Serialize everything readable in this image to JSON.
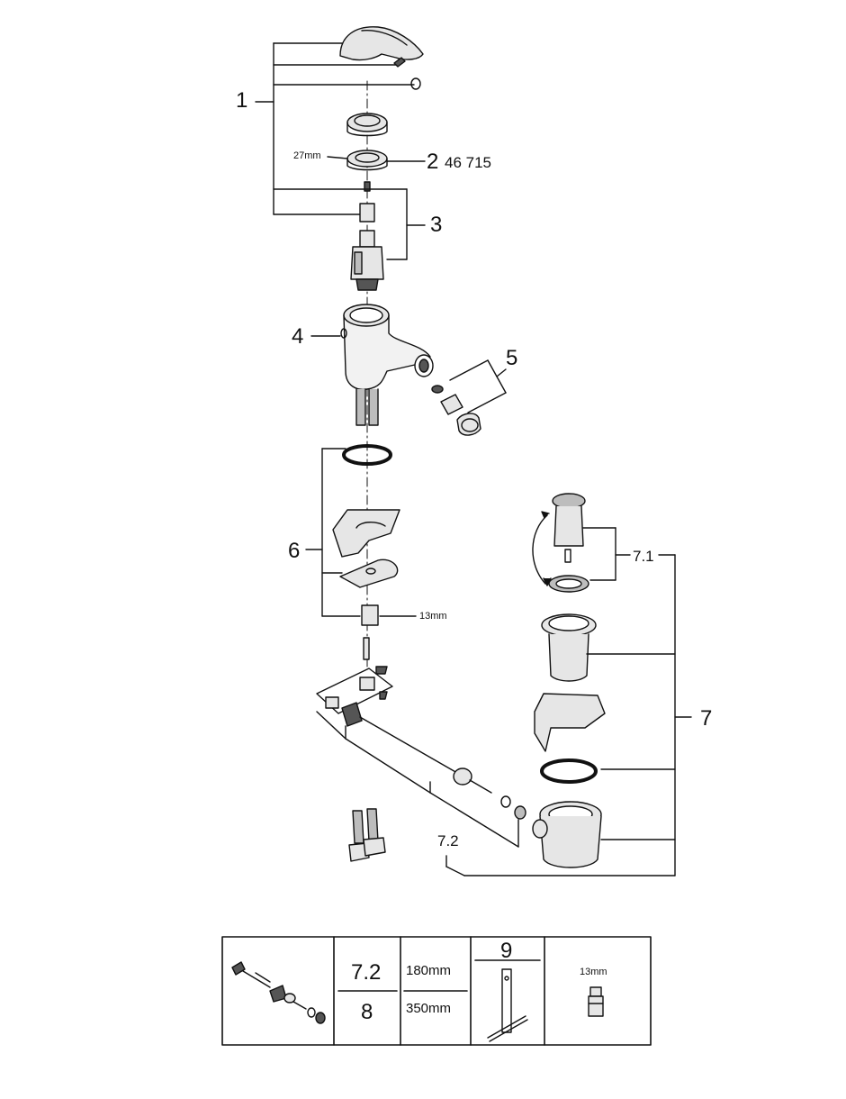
{
  "callouts": {
    "c1": "1",
    "c2": "2",
    "c2_code": "46 715",
    "c2_size": "27mm",
    "c3": "3",
    "c4": "4",
    "c5": "5",
    "c6": "6",
    "c6_size": "13mm",
    "c7": "7",
    "c71": "7.1",
    "c72": "7.2"
  },
  "table": {
    "row1_part": "7.2",
    "row1_len": "180mm",
    "row2_part": "8",
    "row2_len": "350mm",
    "tool_num": "9",
    "nipple_size": "13mm"
  },
  "colors": {
    "line": "#111111",
    "fill_light": "#e6e6e6",
    "fill_mid": "#bdbdbd",
    "fill_dark": "#555555"
  }
}
